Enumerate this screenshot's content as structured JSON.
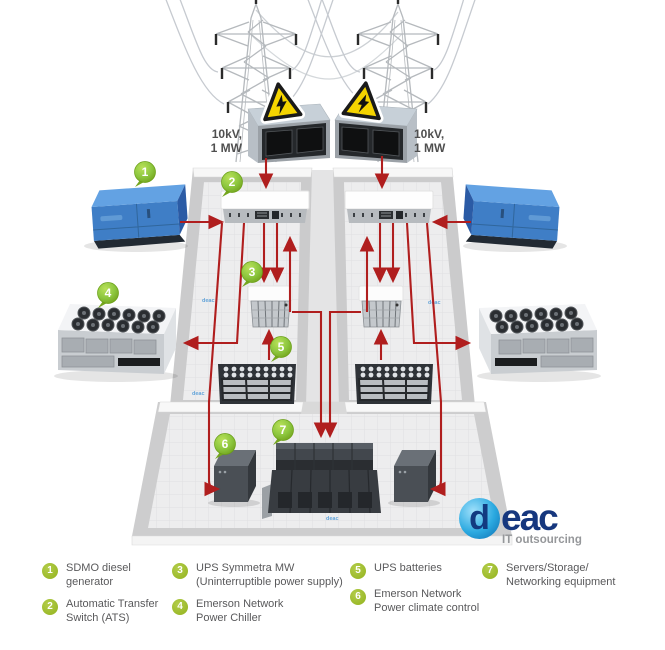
{
  "diagram": {
    "feed_left": {
      "line1": "10kV,",
      "line2": "1 MW"
    },
    "feed_right": {
      "line1": "10kV,",
      "line2": "1 MW"
    },
    "badges": [
      "1",
      "2",
      "3",
      "4",
      "5",
      "6",
      "7"
    ],
    "watermark": "deac"
  },
  "logo": {
    "d": "d",
    "rest": "eac",
    "tagline": "IT outsourcing"
  },
  "legend": {
    "items": [
      {
        "num": "1",
        "label": "SDMO diesel\ngenerator"
      },
      {
        "num": "2",
        "label": "Automatic Transfer\nSwitch (ATS)"
      },
      {
        "num": "3",
        "label": "UPS Symmetra MW\n(Uninterruptible power supply)"
      },
      {
        "num": "4",
        "label": "Emerson Network\nPower Chiller"
      },
      {
        "num": "5",
        "label": "UPS batteries"
      },
      {
        "num": "6",
        "label": "Emerson Network\nPower climate control"
      },
      {
        "num": "7",
        "label": "Servers/Storage/\nNetworking equipment"
      }
    ]
  },
  "colors": {
    "badge_green": "#8cc63e",
    "legend_green": "#9cba2b",
    "arrow_red": "#b01e1e",
    "generator_blue": "#3f7ec6",
    "warning_yellow": "#f5d400",
    "logo_navy": "#16377e",
    "logo_lightblue": "#2ba9e0"
  }
}
